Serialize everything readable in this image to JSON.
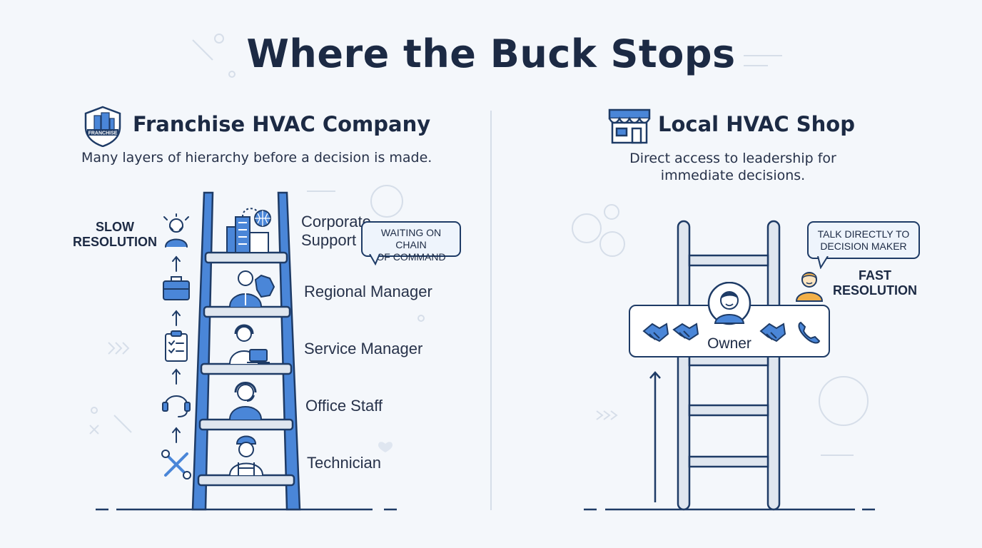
{
  "title": "Where the Buck Stops",
  "left": {
    "title": "Franchise HVAC Company",
    "subtitle": "Many layers of hierarchy before a decision is made.",
    "logo_text": "FRANCHISE",
    "side_label": [
      "SLOW",
      "RESOLUTION"
    ],
    "bubble": [
      "WAITING ON CHAIN",
      "OF COMMAND"
    ],
    "levels": [
      {
        "label": [
          "Corporate",
          "Support"
        ],
        "icon": "corporate-building-icon"
      },
      {
        "label": [
          "Regional Manager"
        ],
        "icon": "regional-manager-icon"
      },
      {
        "label": [
          "Service Manager"
        ],
        "icon": "service-manager-icon"
      },
      {
        "label": [
          "Office Staff"
        ],
        "icon": "office-staff-headset-icon"
      },
      {
        "label": [
          "Technician"
        ],
        "icon": "technician-icon"
      }
    ]
  },
  "right": {
    "title": "Local HVAC Shop",
    "subtitle": [
      "Direct access to leadership for",
      "immediate decisions."
    ],
    "bubble": [
      "TALK DIRECTLY TO",
      "DECISION MAKER"
    ],
    "side_label": [
      "FAST",
      "RESOLUTION"
    ],
    "owner_label": "Owner"
  },
  "colors": {
    "ladder_blue": "#4a86d8",
    "ladder_outline": "#1e3b66",
    "navy": "#1c2a44",
    "background": "#f4f7fb",
    "accent_orange": "#f2b049"
  }
}
